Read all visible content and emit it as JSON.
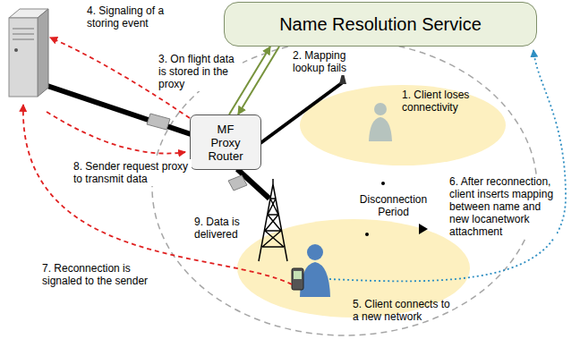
{
  "diagram": {
    "nodes": [
      {
        "text": [
          "Name Resolution Service"
        ]
      },
      {
        "text": [
          "MF Proxy Router"
        ]
      }
    ],
    "edges": [
      {
        "from": 1,
        "to": 0,
        "arrow": "to"
      },
      {
        "from": 0,
        "to": 1,
        "arrow": "to"
      }
    ],
    "labels": [
      "1. Client loses connectivity",
      "2. Mapping lookup fails",
      "3. On flight data is stored in the proxy",
      "4. Signaling of a storing event",
      "5. Client connects to a new network",
      "6. After reconnection, client inserts mapping between name and new locanetwork attachment",
      "7. Reconnection is signaled to the sender",
      "8. Sender request proxy to transmit data",
      "9. Data is delivered",
      "Disconnection Period"
    ]
  }
}
